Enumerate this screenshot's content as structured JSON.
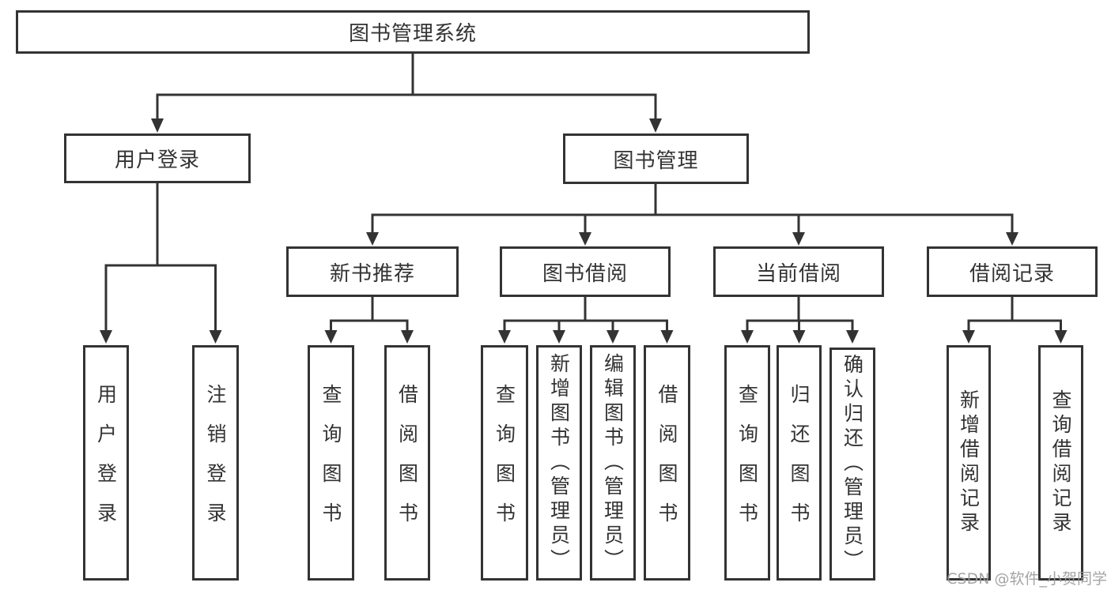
{
  "colors": {
    "line": "#333333",
    "text": "#333333",
    "watermark": "#9b9b9b",
    "bg": "#ffffff"
  },
  "tree": {
    "root": {
      "label": "图书管理系统"
    },
    "branches": [
      {
        "label": "用户登录",
        "children": [
          {
            "label": "用户登录"
          },
          {
            "label": "注销登录"
          }
        ]
      },
      {
        "label": "图书管理",
        "children": [
          {
            "label": "新书推荐",
            "children": [
              {
                "label": "查询图书"
              },
              {
                "label": "借阅图书"
              }
            ]
          },
          {
            "label": "图书借阅",
            "children": [
              {
                "label": "查询图书"
              },
              {
                "label": "新增图书（管理员）"
              },
              {
                "label": "编辑图书（管理员）"
              },
              {
                "label": "借阅图书"
              }
            ]
          },
          {
            "label": "当前借阅",
            "children": [
              {
                "label": "查询图书"
              },
              {
                "label": "归还图书"
              },
              {
                "label": "确认归还（管理员）"
              }
            ]
          },
          {
            "label": "借阅记录",
            "children": [
              {
                "label": "新增借阅记录"
              },
              {
                "label": "查询借阅记录"
              }
            ]
          }
        ]
      }
    ]
  },
  "watermark": {
    "text": "CSDN @软件_小贺同学"
  }
}
